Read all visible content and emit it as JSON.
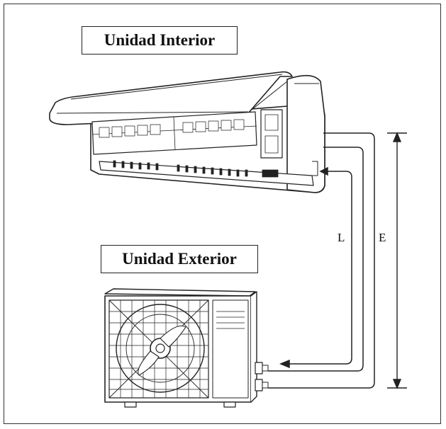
{
  "indoor_unit": {
    "label": "Unidad Interior"
  },
  "outdoor_unit": {
    "label": "Unidad Exterior"
  },
  "dimensions": {
    "piping_length_label": "L",
    "elevation_label": "E"
  },
  "colors": {
    "line": "#222222",
    "background": "#ffffff"
  }
}
